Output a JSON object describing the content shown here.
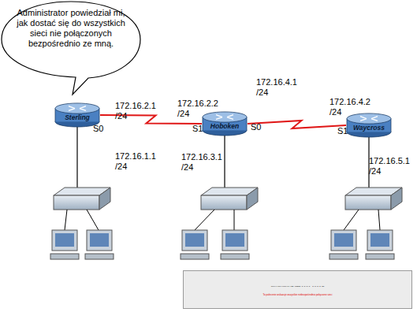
{
  "diagram": {
    "nodes": [
      {
        "text": [
          "Administrator powiedział mi, jak dostać się do wszystkich sieci nie połączonych bezpośrednio ze mną."
        ]
      },
      {
        "text": [
          "Sterling"
        ]
      },
      {
        "text": [
          "Hoboken"
        ]
      },
      {
        "text": [
          "Waycross"
        ]
      },
      {
        "text": [
          "Sterling(config)#",
          "ip route 0.0.0.0  0.0.0.0 S0",
          "To polecenie wskazuje wszystkie niebezpośrednio połączone sieci"
        ]
      }
    ],
    "edges": [
      {
        "from": 1,
        "to": 2,
        "arrow": "none"
      },
      {
        "from": 2,
        "to": 3,
        "arrow": "none"
      }
    ],
    "labels": [
      "172.16.2.1 /24",
      "S0",
      "172.16.1.1 /24",
      "172.16.2.2 /24",
      "S1",
      "172.16.3.1 /24",
      "S0",
      "172.16.4.1 /24",
      "172.16.4.2 /24",
      "S1",
      "172.16.5.1 /24"
    ]
  }
}
